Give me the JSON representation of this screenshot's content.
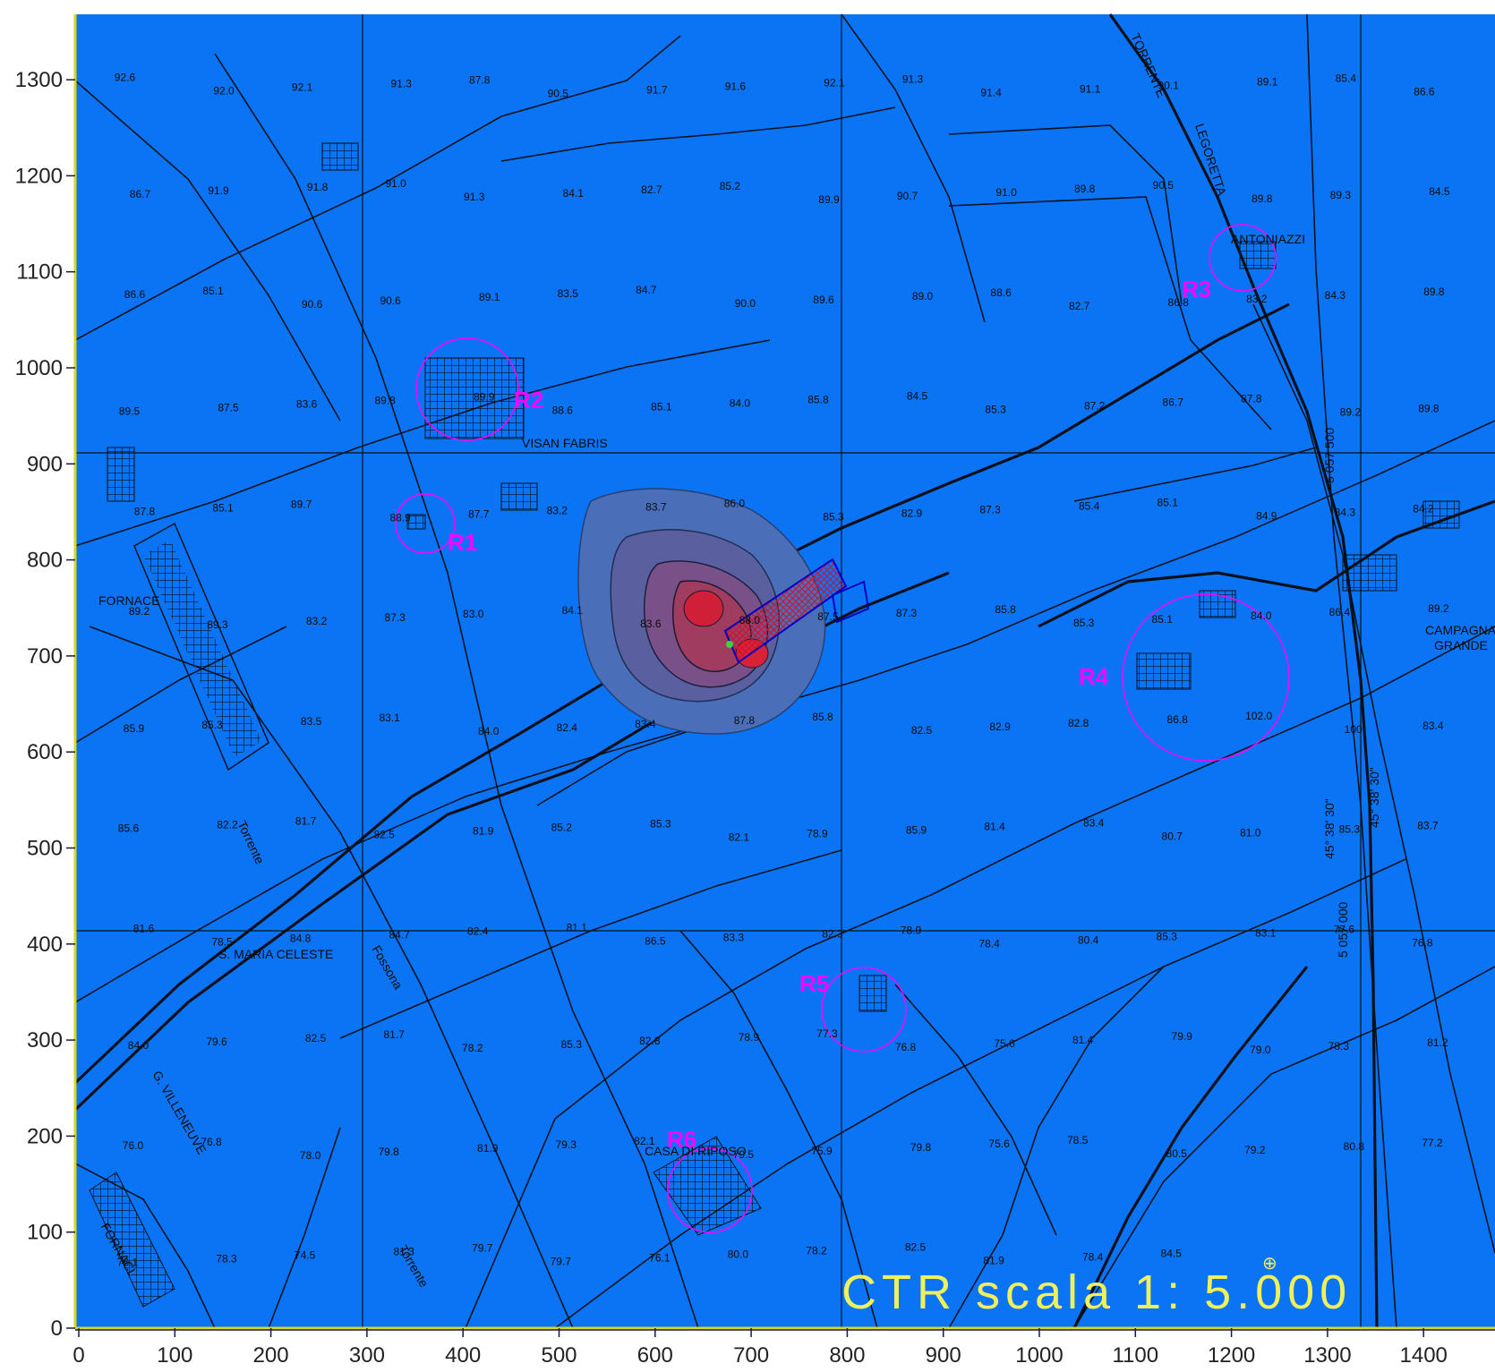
{
  "map": {
    "scale_caption": "CTR  scala  1: 5.000",
    "colors": {
      "background": "#0a74f5",
      "lines": "#07121f",
      "receptor": "#ff00ff",
      "caption": "#f0f05a",
      "plume_outer": "#4a6fb8",
      "plume_core": "#c02030"
    },
    "x_axis": {
      "ticks": [
        "0",
        "100",
        "200",
        "300",
        "400",
        "500",
        "600",
        "700",
        "800",
        "900",
        "1000",
        "1100",
        "1200",
        "1300",
        "1400"
      ]
    },
    "y_axis": {
      "ticks": [
        "0",
        "100",
        "200",
        "300",
        "400",
        "500",
        "600",
        "700",
        "800",
        "900",
        "1000",
        "1100",
        "1200",
        "1300"
      ]
    },
    "receptors": [
      {
        "label": "R1"
      },
      {
        "label": "R2"
      },
      {
        "label": "R3"
      },
      {
        "label": "R4"
      },
      {
        "label": "R5"
      },
      {
        "label": "R6"
      }
    ],
    "places": [
      "VISAN FABRIS",
      "S. MARIA CELESTE",
      "FORNACE",
      "CAMPAGNA",
      "GRANDE",
      "CASA DI RIPOSO",
      "TORRENTE",
      "LEGORETTA",
      "ANTONIAZZI",
      "Torrente",
      "Fossona",
      "Torrente",
      "G. VILLENEUVE",
      "FORNACI"
    ],
    "coord_labels": [
      "5 057 500",
      "5 057 000",
      "45° 38' 30\"",
      "45° 38' 30\""
    ],
    "spot_heights": [
      "92.6",
      "92.0",
      "92.1",
      "91.3",
      "87.8",
      "90.5",
      "91.7",
      "91.6",
      "92.1",
      "91.3",
      "91.4",
      "91.1",
      "90.1",
      "89.1",
      "85.4",
      "86.6",
      "86.7",
      "91.9",
      "91.8",
      "91.0",
      "91.3",
      "84.1",
      "82.7",
      "85.2",
      "89.9",
      "90.7",
      "91.0",
      "89.8",
      "90.5",
      "89.8",
      "89.3",
      "84.5",
      "86.6",
      "85.1",
      "90.6",
      "90.6",
      "89.1",
      "83.5",
      "84.7",
      "90.0",
      "89.6",
      "89.0",
      "88.6",
      "82.7",
      "86.8",
      "83.2",
      "84.3",
      "89.8",
      "89.5",
      "87.5",
      "83.6",
      "89.8",
      "89.9",
      "88.6",
      "85.1",
      "84.0",
      "85.8",
      "84.5",
      "85.3",
      "87.2",
      "86.7",
      "87.8",
      "89.2",
      "89.8",
      "87.8",
      "85.1",
      "89.7",
      "88.9",
      "87.7",
      "83.2",
      "83.7",
      "86.0",
      "85.3",
      "82.9",
      "87.3",
      "85.4",
      "85.1",
      "84.9",
      "84.3",
      "84.2",
      "89.2",
      "89.3",
      "83.2",
      "87.3",
      "83.0",
      "84.1",
      "83.6",
      "88.0",
      "87.5",
      "87.3",
      "85.8",
      "85.3",
      "85.1",
      "84.0",
      "86.4",
      "89.2",
      "85.9",
      "85.3",
      "83.5",
      "83.1",
      "84.0",
      "82.4",
      "83.4",
      "87.8",
      "85.8",
      "82.5",
      "82.9",
      "82.8",
      "86.8",
      "102.0",
      "100",
      "83.4",
      "85.6",
      "82.2",
      "81.7",
      "82.5",
      "81.9",
      "85.2",
      "85.3",
      "82.1",
      "78.9",
      "85.9",
      "81.4",
      "83.4",
      "80.7",
      "81.0",
      "85.3",
      "83.7",
      "81.6",
      "78.5",
      "84.8",
      "84.7",
      "82.4",
      "81.1",
      "86.5",
      "83.3",
      "82.3",
      "78.9",
      "78.4",
      "80.4",
      "85.3",
      "83.1",
      "77.6",
      "76.8",
      "84.0",
      "79.6",
      "82.5",
      "81.7",
      "78.2",
      "85.3",
      "82.8",
      "78.9",
      "77.3",
      "76.8",
      "75.6",
      "81.4",
      "79.9",
      "79.0",
      "78.3",
      "81.2",
      "76.0",
      "76.8",
      "78.0",
      "79.8",
      "81.9",
      "79.3",
      "82.1",
      "79.5",
      "75.9",
      "79.8",
      "75.6",
      "78.5",
      "80.5",
      "79.2",
      "80.8",
      "77.2",
      "76.1",
      "78.3",
      "74.5",
      "81.3",
      "79.7",
      "79.7",
      "76.1",
      "80.0",
      "78.2",
      "82.5",
      "81.9",
      "78.4",
      "84.5"
    ]
  }
}
